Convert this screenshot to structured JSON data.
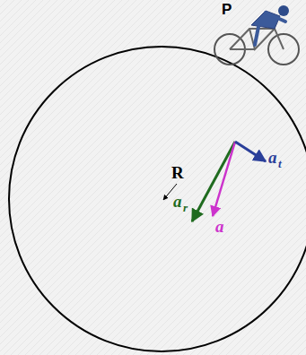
{
  "diagram": {
    "labels": [
      "P",
      "a",
      "t",
      "a",
      "r",
      "a",
      "R"
    ]
  }
}
